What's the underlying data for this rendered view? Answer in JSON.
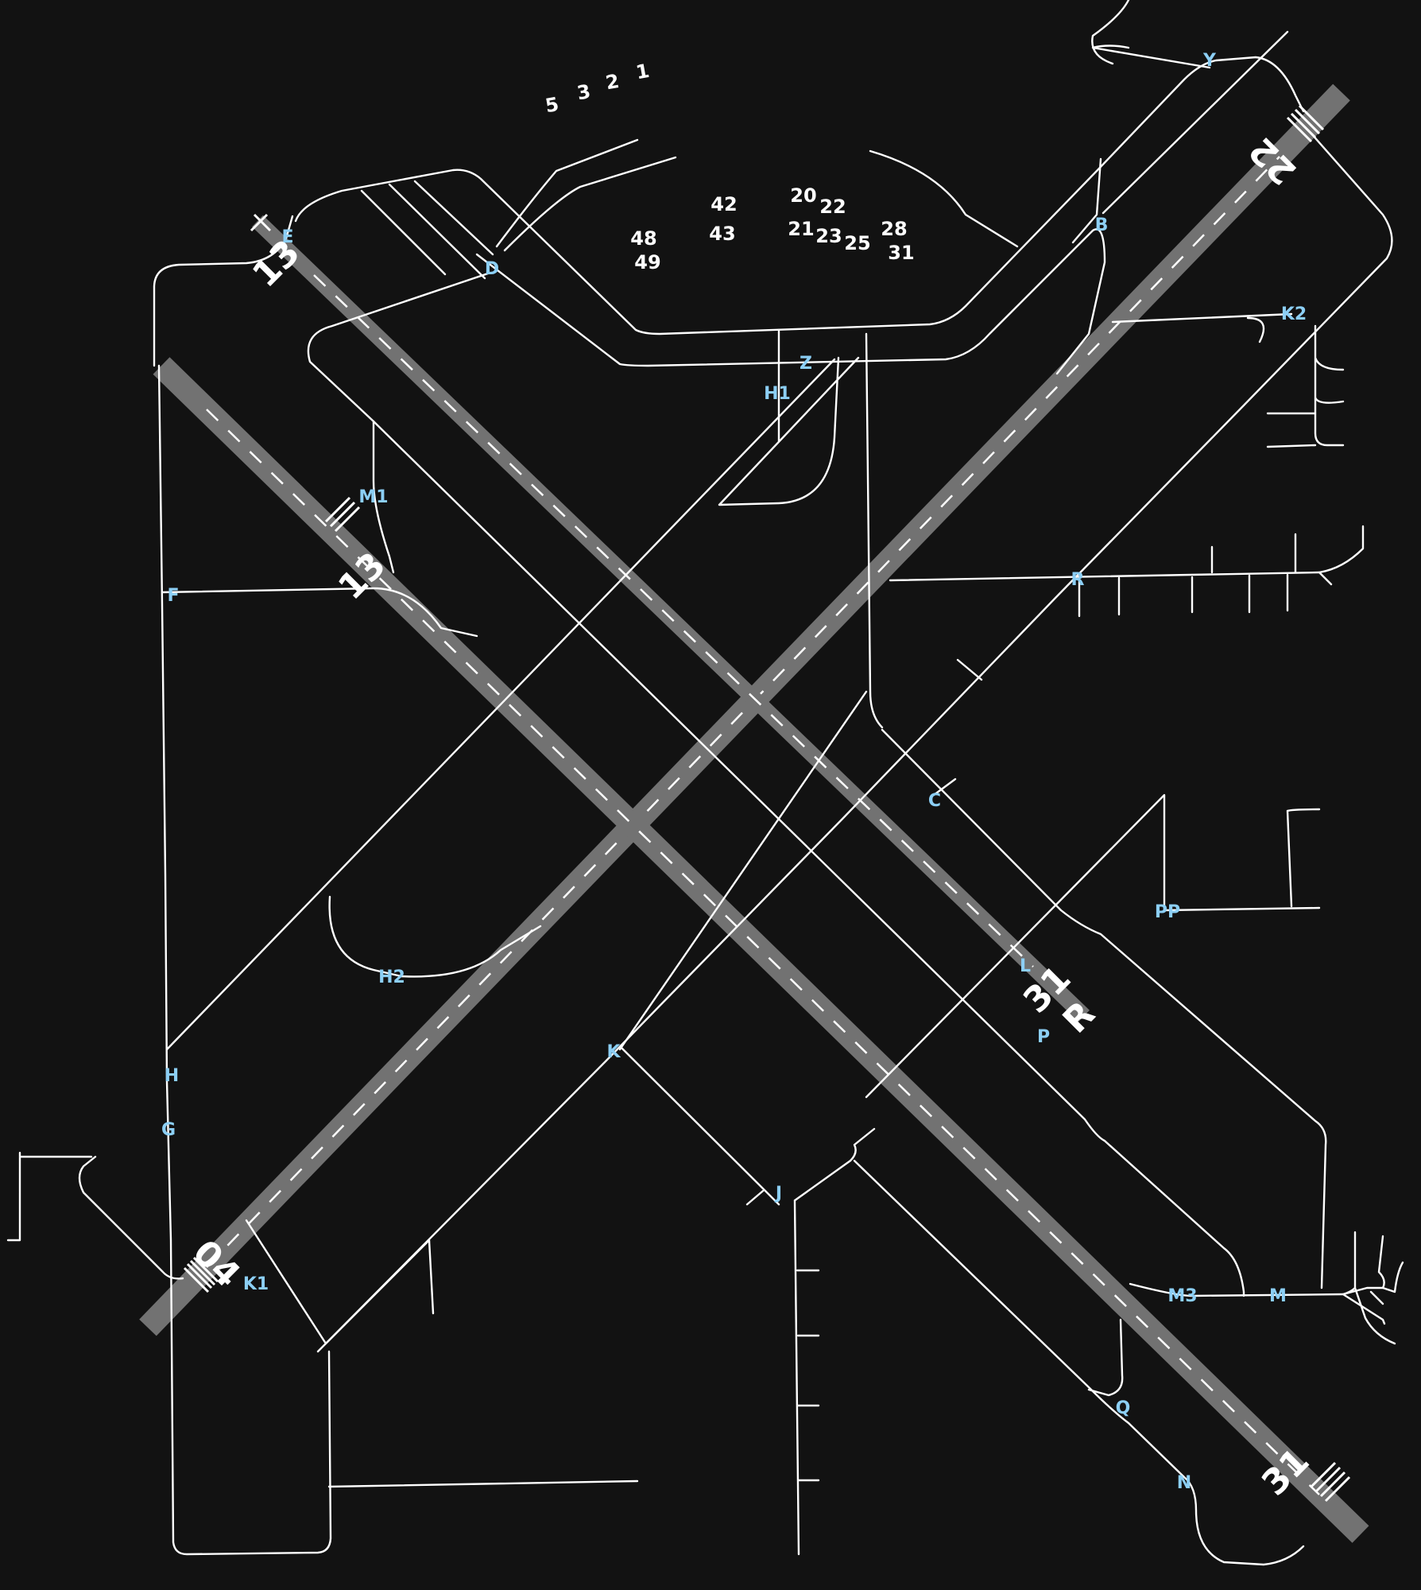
{
  "map": {
    "background": "#121212",
    "colors": {
      "runway": "#727272",
      "taxiway_line": "#ffffff",
      "taxiway_label": "#8ccff5",
      "gate_label": "#ffffff"
    },
    "runways": [
      {
        "id": "rwy-04-22",
        "ends": [
          "04",
          "22"
        ]
      },
      {
        "id": "rwy-13L-31R",
        "ends": [
          "13",
          "31",
          "R"
        ]
      },
      {
        "id": "rwy-13R-31L",
        "ends": [
          "13",
          "31"
        ]
      }
    ],
    "runway_labels": {
      "rwy_04": "04",
      "rwy_22": "22",
      "rwy_13_left_top": "13",
      "rwy_13_right_top": "13",
      "rwy_31_mid": "31",
      "rwy_31_mid_suffix": "R",
      "rwy_31_bottom": "31"
    },
    "taxiway_labels": {
      "Y": "Y",
      "B": "B",
      "K2": "K2",
      "E": "E",
      "D": "D",
      "Z": "Z",
      "H1": "H1",
      "M1": "M1",
      "F": "F",
      "R": "R",
      "C": "C",
      "PP": "PP",
      "L": "L",
      "P": "P",
      "H2": "H2",
      "K": "K",
      "H": "H",
      "G": "G",
      "J": "J",
      "K1": "K1",
      "M3": "M3",
      "M": "M",
      "Q": "Q",
      "N": "N"
    },
    "gate_labels": {
      "g1": "1",
      "g2": "2",
      "g3": "3",
      "g5": "5",
      "g20": "20",
      "g22": "22",
      "g42": "42",
      "g43": "43",
      "g21": "21",
      "g23": "23",
      "g25": "25",
      "g28": "28",
      "g31": "31",
      "g48": "48",
      "g49": "49"
    }
  }
}
